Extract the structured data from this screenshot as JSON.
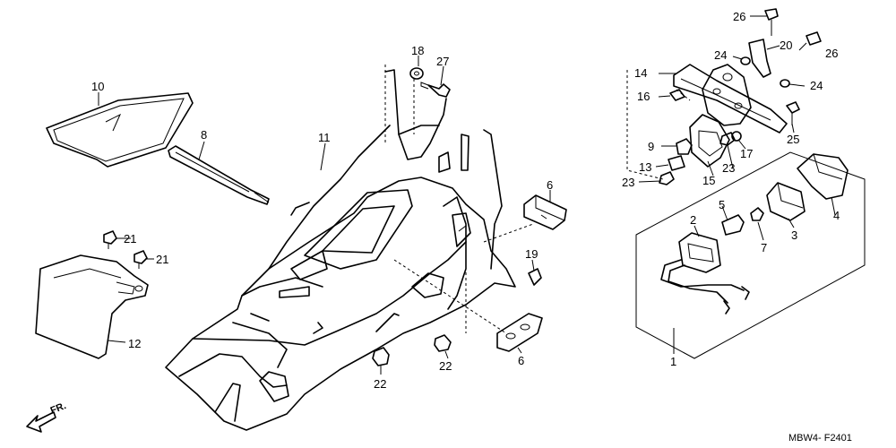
{
  "callouts": [
    {
      "id": "c10",
      "text": "10"
    },
    {
      "id": "c8",
      "text": "8"
    },
    {
      "id": "c11",
      "text": "11"
    },
    {
      "id": "c18",
      "text": "18"
    },
    {
      "id": "c27",
      "text": "27"
    },
    {
      "id": "c6a",
      "text": "6"
    },
    {
      "id": "c6b",
      "text": "6"
    },
    {
      "id": "c19",
      "text": "19"
    },
    {
      "id": "c21a",
      "text": "21"
    },
    {
      "id": "c21b",
      "text": "21"
    },
    {
      "id": "c12",
      "text": "12"
    },
    {
      "id": "c22a",
      "text": "22"
    },
    {
      "id": "c22b",
      "text": "22"
    },
    {
      "id": "c14",
      "text": "14"
    },
    {
      "id": "c16",
      "text": "16"
    },
    {
      "id": "c9",
      "text": "9"
    },
    {
      "id": "c13",
      "text": "13"
    },
    {
      "id": "c23a",
      "text": "23"
    },
    {
      "id": "c23b",
      "text": "23"
    },
    {
      "id": "c15",
      "text": "15"
    },
    {
      "id": "c17",
      "text": "17"
    },
    {
      "id": "c25",
      "text": "25"
    },
    {
      "id": "c26a",
      "text": "26"
    },
    {
      "id": "c26b",
      "text": "26"
    },
    {
      "id": "c20",
      "text": "20"
    },
    {
      "id": "c24a",
      "text": "24"
    },
    {
      "id": "c24b",
      "text": "24"
    },
    {
      "id": "c5",
      "text": "5"
    },
    {
      "id": "c2",
      "text": "2"
    },
    {
      "id": "c7",
      "text": "7"
    },
    {
      "id": "c3",
      "text": "3"
    },
    {
      "id": "c4",
      "text": "4"
    },
    {
      "id": "c1",
      "text": "1"
    }
  ],
  "direction_label": "FR.",
  "diagram_code": "MBW4- F2401"
}
